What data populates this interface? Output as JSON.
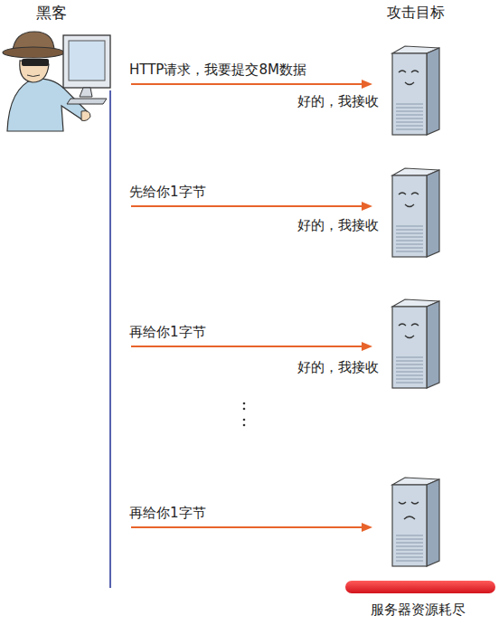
{
  "diagram": {
    "nodes": [
      {
        "text": [
          "黑客"
        ]
      },
      {
        "text": [
          "攻击目标",
          "好的，我接收"
        ]
      },
      {
        "text": [
          "好的，我接收"
        ]
      },
      {
        "text": [
          "好的，我接收"
        ]
      },
      {
        "text": [
          "服务器资源耗尽"
        ]
      }
    ],
    "edges": [
      {
        "from": 0,
        "to": 1,
        "arrow": "to",
        "label": "HTTP请求，我要提交8M数据"
      },
      {
        "from": 0,
        "to": 2,
        "arrow": "to",
        "label": "先给你1字节"
      },
      {
        "from": 0,
        "to": 3,
        "arrow": "to",
        "label": "再给你1字节"
      },
      {
        "from": 0,
        "to": 4,
        "arrow": "to",
        "label": "再给你1字节"
      }
    ]
  }
}
